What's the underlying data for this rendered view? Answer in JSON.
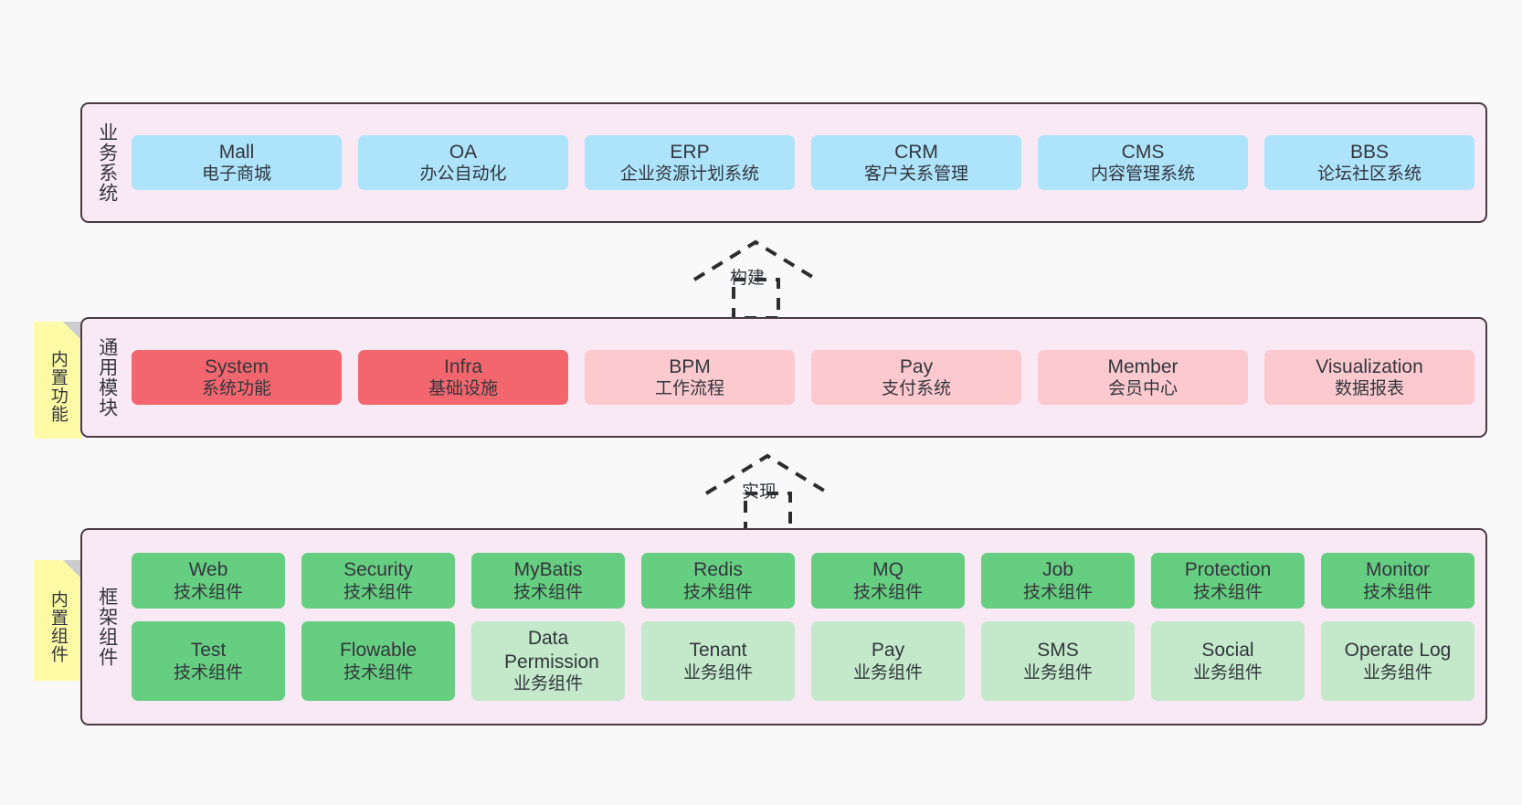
{
  "layers": [
    {
      "id": "business-systems",
      "title": "业务系统",
      "rows": [
        [
          {
            "en": "Mall",
            "cn": "电子商城",
            "color": "c-blue"
          },
          {
            "en": "OA",
            "cn": "办公自动化",
            "color": "c-blue"
          },
          {
            "en": "ERP",
            "cn": "企业资源计划系统",
            "color": "c-blue"
          },
          {
            "en": "CRM",
            "cn": "客户关系管理",
            "color": "c-blue"
          },
          {
            "en": "CMS",
            "cn": "内容管理系统",
            "color": "c-blue"
          },
          {
            "en": "BBS",
            "cn": "论坛社区系统",
            "color": "c-blue"
          }
        ]
      ]
    },
    {
      "id": "common-modules",
      "title": "通用模块",
      "rows": [
        [
          {
            "en": "System",
            "cn": "系统功能",
            "color": "c-red"
          },
          {
            "en": "Infra",
            "cn": "基础设施",
            "color": "c-red"
          },
          {
            "en": "BPM",
            "cn": "工作流程",
            "color": "c-pink"
          },
          {
            "en": "Pay",
            "cn": "支付系统",
            "color": "c-pink"
          },
          {
            "en": "Member",
            "cn": "会员中心",
            "color": "c-pink"
          },
          {
            "en": "Visualization",
            "cn": "数据报表",
            "color": "c-pink"
          }
        ]
      ]
    },
    {
      "id": "framework-components",
      "title": "框架组件",
      "rows": [
        [
          {
            "en": "Web",
            "cn": "技术组件",
            "color": "c-green"
          },
          {
            "en": "Security",
            "cn": "技术组件",
            "color": "c-green"
          },
          {
            "en": "MyBatis",
            "cn": "技术组件",
            "color": "c-green"
          },
          {
            "en": "Redis",
            "cn": "技术组件",
            "color": "c-green"
          },
          {
            "en": "MQ",
            "cn": "技术组件",
            "color": "c-green"
          },
          {
            "en": "Job",
            "cn": "技术组件",
            "color": "c-green"
          },
          {
            "en": "Protection",
            "cn": "技术组件",
            "color": "c-green"
          },
          {
            "en": "Monitor",
            "cn": "技术组件",
            "color": "c-green"
          }
        ],
        [
          {
            "en": "Test",
            "cn": "技术组件",
            "color": "c-green"
          },
          {
            "en": "Flowable",
            "cn": "技术组件",
            "color": "c-green"
          },
          {
            "en": "Data Permission",
            "cn": "业务组件",
            "color": "c-lightgreen"
          },
          {
            "en": "Tenant",
            "cn": "业务组件",
            "color": "c-lightgreen"
          },
          {
            "en": "Pay",
            "cn": "业务组件",
            "color": "c-lightgreen"
          },
          {
            "en": "SMS",
            "cn": "业务组件",
            "color": "c-lightgreen"
          },
          {
            "en": "Social",
            "cn": "业务组件",
            "color": "c-lightgreen"
          },
          {
            "en": "Operate Log",
            "cn": "业务组件",
            "color": "c-lightgreen"
          }
        ]
      ]
    }
  ],
  "notes": [
    {
      "id": "builtin-features",
      "text": "内置功能"
    },
    {
      "id": "builtin-components",
      "text": "内置组件"
    }
  ],
  "connectors": [
    {
      "id": "build",
      "label": "构建"
    },
    {
      "id": "implement",
      "label": "实现"
    }
  ],
  "colors": {
    "canvas_background": "#f9f9f9",
    "layer_background": "#f9e9f4",
    "layer_border": "#4a3b42",
    "blue": "#ade3fb",
    "red": "#f4666e",
    "pink": "#fbc9ce",
    "green": "#66ce80",
    "light_green": "#c3e9ca",
    "note_yellow": "#fcfaa4",
    "note_fold": "#ccccce",
    "text": "#33363d"
  }
}
